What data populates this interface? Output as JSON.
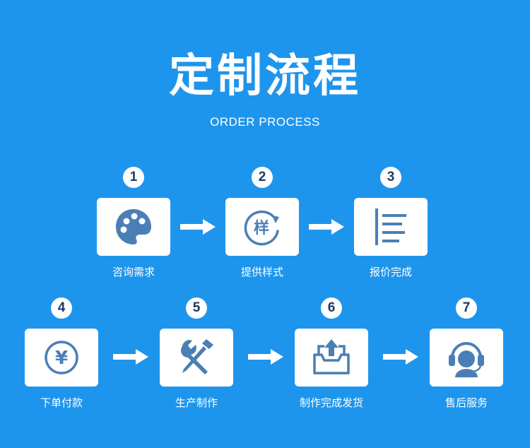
{
  "header": {
    "title": "定制流程",
    "subtitle": "ORDER PROCESS"
  },
  "colors": {
    "background": "#1e95ec",
    "icon": "#4a7fb5",
    "number_text": "#1f3b63"
  },
  "steps": [
    {
      "number": "1",
      "label": "咨询需求",
      "icon": "palette-icon"
    },
    {
      "number": "2",
      "label": "提供样式",
      "icon": "sample-icon",
      "icon_text": "样"
    },
    {
      "number": "3",
      "label": "报价完成",
      "icon": "list-icon"
    },
    {
      "number": "4",
      "label": "下单付款",
      "icon": "yuan-icon",
      "icon_text": "¥"
    },
    {
      "number": "5",
      "label": "生产制作",
      "icon": "tools-icon"
    },
    {
      "number": "6",
      "label": "制作完成发货",
      "icon": "upload-box-icon"
    },
    {
      "number": "7",
      "label": "售后服务",
      "icon": "headset-icon"
    }
  ]
}
